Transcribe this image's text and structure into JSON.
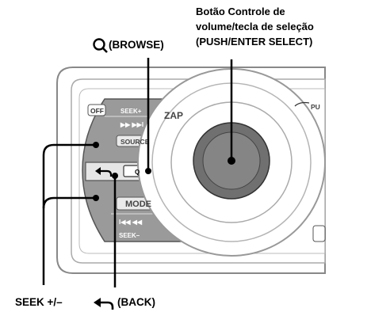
{
  "callouts": {
    "volume_control": {
      "line1": "Botão Controle de",
      "line2": "volume/tecla de seleção",
      "line3": "(PUSH/ENTER SELECT)"
    },
    "browse": "(BROWSE)",
    "seek": "SEEK +/–",
    "back": "(BACK)"
  },
  "device": {
    "off_label": "OFF",
    "seek_plus_label": "SEEK+",
    "next_label": "▶▶ ▶▶I",
    "zap_label": "ZAP",
    "source_label": "SOURCE",
    "browse_key_label": "Q",
    "mode_label": "MODE",
    "prev_label": "I◀◀ ◀◀",
    "seek_minus_label": "SEEK–",
    "push_label": "PU"
  },
  "icons": {
    "browse": "magnifier-icon",
    "back": "back-arrow-icon"
  }
}
